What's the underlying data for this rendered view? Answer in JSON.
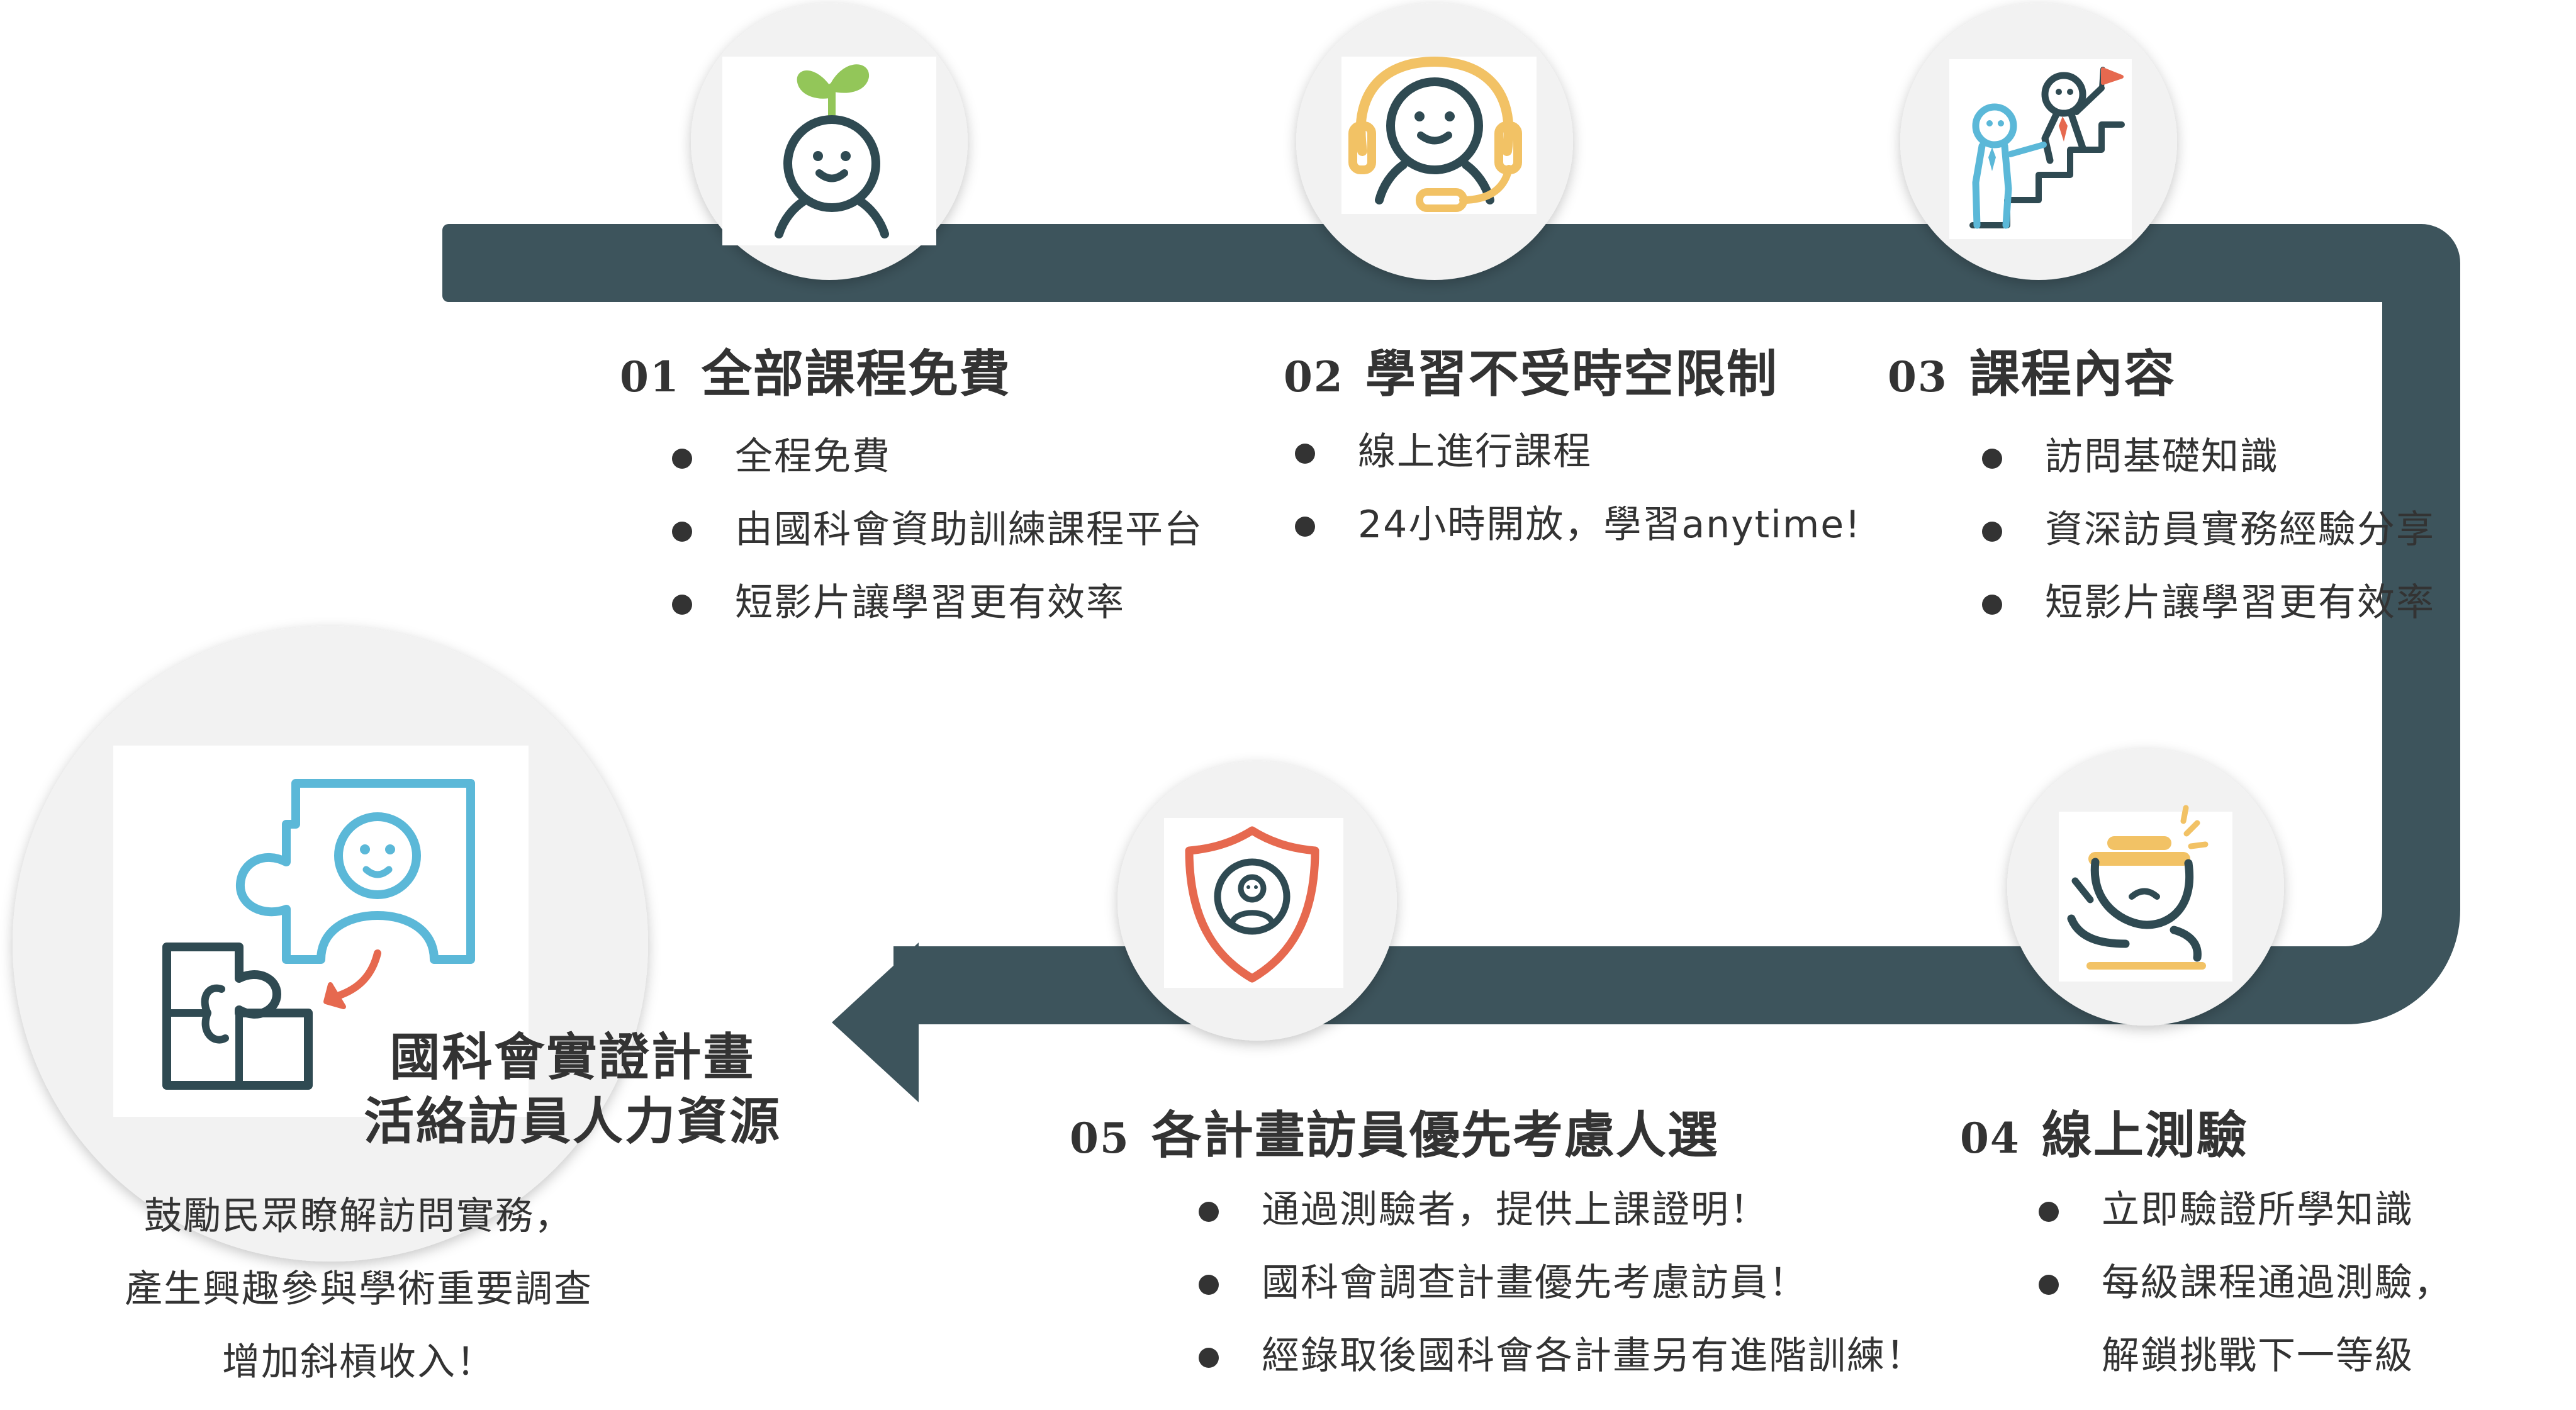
{
  "colors": {
    "track": "#3d545c",
    "badge_fill": "#f2f2f2",
    "ink": "#2f4a52",
    "blue": "#5bb8d8",
    "yellow": "#f2c265",
    "red": "#e6694f",
    "green": "#93c659",
    "text": "#333333"
  },
  "center": {
    "title_line1": "國科會實證計畫",
    "title_line2": "活絡訪員人力資源",
    "desc_line1": "鼓勵民眾瞭解訪問實務，",
    "desc_line2": "產生興趣參與學術重要調查",
    "desc_line3": "增加斜槓收入！",
    "icon": "puzzle-person-icon"
  },
  "steps": [
    {
      "number": "01",
      "title": "全部課程免費",
      "icon": "sprout-person-icon",
      "bullets": [
        "全程免費",
        "由國科會資助訓練課程平台",
        "短影片讓學習更有效率"
      ]
    },
    {
      "number": "02",
      "title": "學習不受時空限制",
      "icon": "headset-person-icon",
      "bullets": [
        "線上進行課程",
        "24小時開放，學習anytime!"
      ]
    },
    {
      "number": "03",
      "title": "課程內容",
      "icon": "stairs-people-icon",
      "bullets": [
        "訪問基礎知識",
        "資深訪員實務經驗分享",
        "短影片讓學習更有效率"
      ]
    },
    {
      "number": "04",
      "title": "線上測驗",
      "icon": "exam-writing-icon",
      "bullets": [
        "立即驗證所學知識",
        "每級課程通過測驗，",
        "解鎖挑戰下一等級"
      ]
    },
    {
      "number": "05",
      "title": "各計畫訪員優先考慮人選",
      "icon": "shield-person-icon",
      "bullets": [
        "通過測驗者，提供上課證明！",
        "國科會調查計畫優先考慮訪員！",
        "經錄取後國科會各計畫另有進階訓練！"
      ]
    }
  ]
}
